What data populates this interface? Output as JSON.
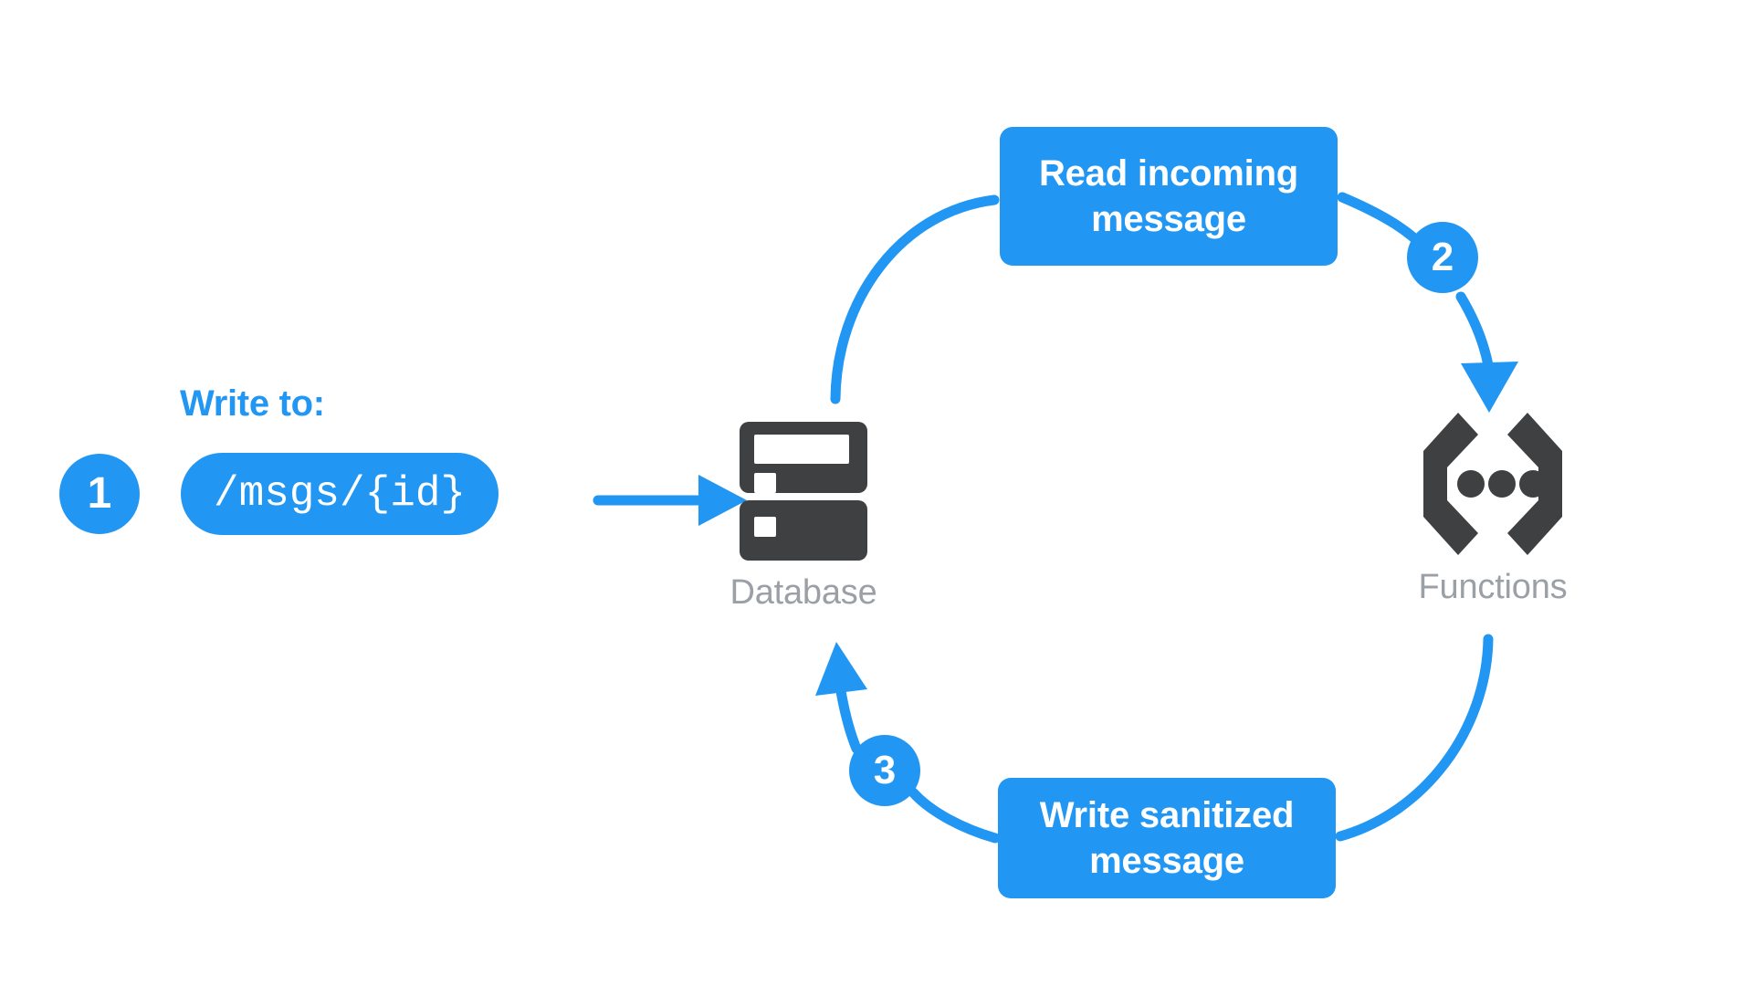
{
  "diagram": {
    "title": "Database to Cloud Functions sanitize message flow",
    "background_color": "#ffffff",
    "accent_color": "#2196f3",
    "icon_color": "#3f4042",
    "caption_color": "#9aa0a6"
  },
  "step1": {
    "badge": "1",
    "caption": "Write to:",
    "path_value": "/msgs/{id}"
  },
  "step2": {
    "badge": "2",
    "box_label": "Read incoming\nmessage"
  },
  "step3": {
    "badge": "3",
    "box_label": "Write sanitized\nmessage"
  },
  "nodes": {
    "database": {
      "label": "Database",
      "icon": "database-icon"
    },
    "functions": {
      "label": "Functions",
      "icon": "functions-braces-icon"
    }
  },
  "edges": [
    {
      "id": "edge-write-to-database",
      "name": "arrow-pill-to-database",
      "type": "straight-arrow",
      "from": "path-pill",
      "to": "database"
    },
    {
      "id": "edge-database-to-read",
      "name": "curve-database-to-read-box",
      "type": "curve",
      "from": "database",
      "to": "read-incoming-message-box"
    },
    {
      "id": "edge-read-to-functions",
      "name": "curve-read-box-to-functions",
      "type": "curve-arrow",
      "from": "read-incoming-message-box",
      "to": "functions"
    },
    {
      "id": "edge-functions-to-write",
      "name": "curve-functions-to-write-box",
      "type": "curve",
      "from": "functions",
      "to": "write-sanitized-message-box"
    },
    {
      "id": "edge-write-to-database-return",
      "name": "curve-write-box-to-database",
      "type": "curve-arrow",
      "from": "write-sanitized-message-box",
      "to": "database"
    }
  ]
}
